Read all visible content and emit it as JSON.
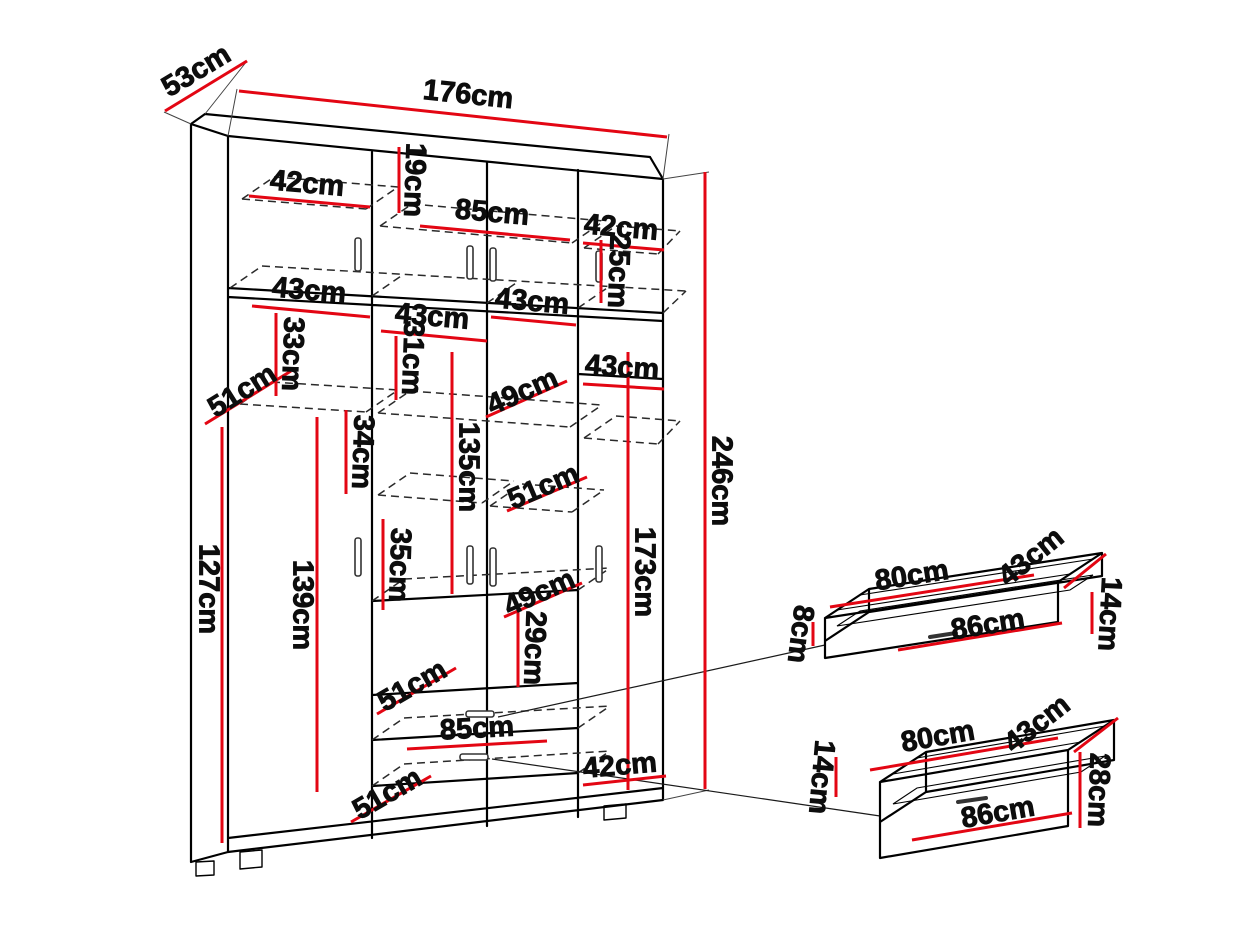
{
  "page": {
    "title": "Wardrobe dimension diagram"
  },
  "unit": "cm",
  "colors": {
    "dimension_red": "#e30613",
    "outline": "#000000",
    "background": "#ffffff"
  },
  "wardrobe": {
    "labels": {
      "depth_top": "53cm",
      "width_top": "176cm",
      "top_left_width": "42cm",
      "top_gap_height": "19cm",
      "top_middle_width": "85cm",
      "top_right_width": "42cm",
      "top_cabinet_height": "25cm",
      "shelf_left_width": "43cm",
      "shelf_mid_right_width": "43cm",
      "shelf_mid_left_width": "43cm",
      "gap_height_33": "33cm",
      "gap_height_31": "31cm",
      "depth_51_a": "51cm",
      "depth_49_a": "49cm",
      "shelf_right_width": "43cm",
      "gap_height_34": "34cm",
      "hanging_height_135": "135cm",
      "depth_51_b": "51cm",
      "total_height": "246cm",
      "height_127": "127cm",
      "height_139": "139cm",
      "gap_height_35": "35cm",
      "depth_49_b": "49cm",
      "gap_height_29": "29cm",
      "height_173": "173cm",
      "depth_51_c": "51cm",
      "drawer_width_85": "85cm",
      "bottom_right_width": "42cm",
      "depth_51_d": "51cm"
    }
  },
  "drawer_small": {
    "width": "80cm",
    "depth": "43cm",
    "front_height": "14cm",
    "side_height": "8cm",
    "front_panel_width": "86cm"
  },
  "drawer_large": {
    "width": "80cm",
    "depth": "43cm",
    "side_height": "14cm",
    "front_height": "28cm",
    "front_panel_width": "86cm"
  }
}
